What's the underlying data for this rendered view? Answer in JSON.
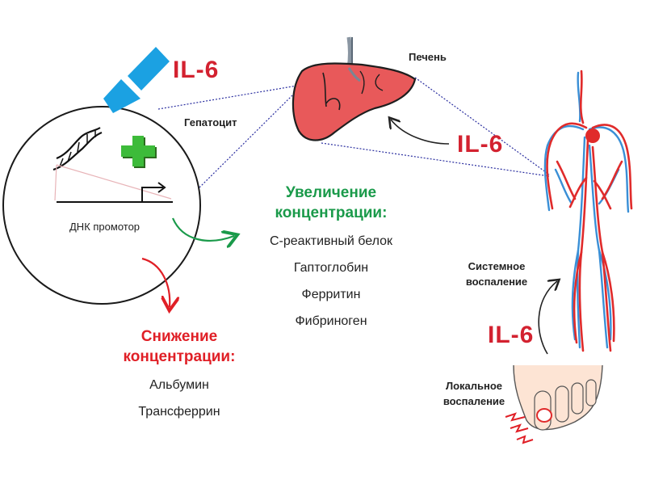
{
  "labels": {
    "il6_top": "IL-6",
    "il6_middle": "IL-6",
    "il6_bottom": "IL-6",
    "liver": "Печень",
    "hepatocyte": "Гепатоцит",
    "dna_promoter": "ДНК промотор",
    "systemic_line1": "Системное",
    "systemic_line2": "воспаление",
    "local_line1": "Локальное",
    "local_line2": "воспаление"
  },
  "increase": {
    "heading_line1": "Увеличение",
    "heading_line2": "концентрации:",
    "items": [
      "С-реактивный белок",
      "Гаптоглобин",
      "Ферритин",
      "Фибриноген"
    ]
  },
  "decrease": {
    "heading_line1": "Снижение",
    "heading_line2": "концентрации:",
    "items": [
      "Альбумин",
      "Трансферрин"
    ]
  },
  "colors": {
    "il6": "#d32230",
    "increase": "#1a9a4a",
    "decrease": "#e01f26",
    "liver": "#e8595a",
    "arrow_blue": "#1ba1e2",
    "artery": "#e02b2b",
    "vein": "#3a8fd6"
  },
  "icons": [
    "arrow-blue-icon",
    "dna-helix-icon",
    "plus-green-icon",
    "promoter-arrow-icon",
    "liver-icon",
    "circulatory-system-icon",
    "foot-toe-icon",
    "pain-zigzag-icon"
  ]
}
